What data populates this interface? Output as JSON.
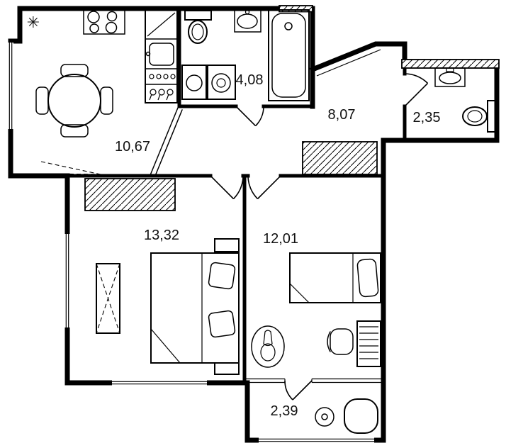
{
  "colors": {
    "line": "#000000",
    "background": "#ffffff"
  },
  "symbols": {
    "refrigerator": "✳"
  },
  "rooms": {
    "kitchen_living": {
      "area": "10,67"
    },
    "bathroom": {
      "area": "4,08"
    },
    "hallway": {
      "area": "8,07"
    },
    "wc": {
      "area": "2,35"
    },
    "bedroom_1": {
      "area": "13,32"
    },
    "bedroom_2": {
      "area": "12,01"
    },
    "balcony": {
      "area": "2,39"
    }
  }
}
